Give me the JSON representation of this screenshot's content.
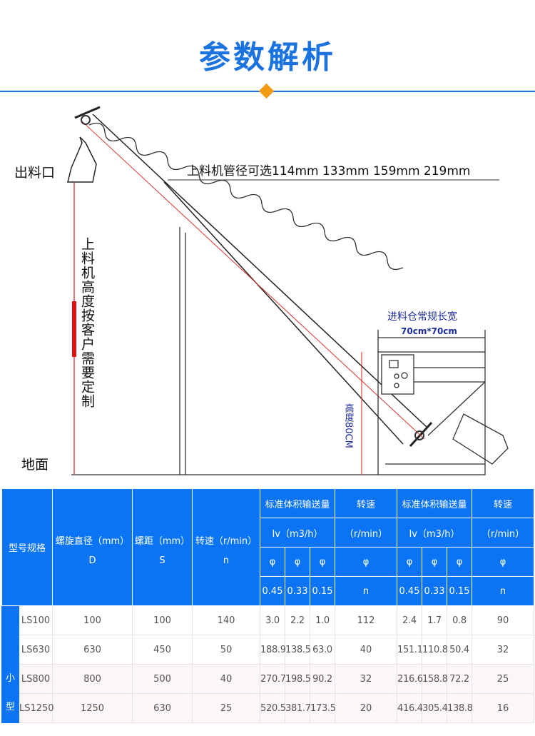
{
  "header": {
    "title": "参数解析",
    "accent_color": "#1b73e0",
    "diamond_color": "#f39a12"
  },
  "diagram": {
    "outlet_label": "出料口",
    "pipe_label": "上料机管径可选114mm 133mm 159mm 219mm",
    "height_note": "上料机高度按客户需要定制",
    "ground_label": "地面",
    "hopper_label": "进料仓常规长宽",
    "hopper_size": "70cm*70cm",
    "hopper_height": "高度80CM"
  },
  "table": {
    "col_model": "型号规格",
    "col_diameter": "螺旋直径（mm）",
    "col_diameter_sym": "D",
    "col_pitch": "螺距（mm）",
    "col_pitch_sym": "S",
    "col_speed": "转速（r/min）",
    "col_speed_sym": "n",
    "group_a": {
      "title": "标准体积输送量",
      "unit": "Iv（m3/h）",
      "phi": [
        "φ",
        "φ",
        "φ"
      ],
      "phi_values": [
        "0.45",
        "0.33",
        "0.15"
      ]
    },
    "speed_a": {
      "title": "转速",
      "unit": "（r/min）",
      "phi": "φ",
      "sym": "n"
    },
    "group_b": {
      "title": "标准体积输送量",
      "unit": "Iv（m3/h）",
      "phi": [
        "φ",
        "φ",
        "φ"
      ],
      "phi_values": [
        "0.45",
        "0.33",
        "0.15"
      ]
    },
    "speed_b": {
      "title": "转速",
      "unit": "（r/min）",
      "phi": "φ",
      "sym": "n"
    },
    "group_label": "小型",
    "group_chars": [
      "小",
      "型"
    ],
    "rows": [
      {
        "model": "LS100",
        "d": "100",
        "s": "100",
        "n": "140",
        "a": [
          "3.0",
          "2.2",
          "1.0"
        ],
        "na": "112",
        "b": [
          "2.4",
          "1.7",
          "0.8"
        ],
        "nb": "90"
      },
      {
        "model": "LS630",
        "d": "630",
        "s": "450",
        "n": "50",
        "a": [
          "188.9",
          "138.5",
          "63.0"
        ],
        "na": "40",
        "b": [
          "151.1",
          "110.8",
          "50.4"
        ],
        "nb": "32"
      },
      {
        "model": "LS800",
        "d": "800",
        "s": "500",
        "n": "40",
        "a": [
          "270.7",
          "198.5",
          "90.2"
        ],
        "na": "32",
        "b": [
          "216.6",
          "158.8",
          "72.2"
        ],
        "nb": "25"
      },
      {
        "model": "LS1250",
        "d": "1250",
        "s": "630",
        "n": "25",
        "a": [
          "520.5",
          "381.7",
          "173.5"
        ],
        "na": "20",
        "b": [
          "416.4",
          "305.4",
          "138.8"
        ],
        "nb": "16"
      }
    ]
  }
}
